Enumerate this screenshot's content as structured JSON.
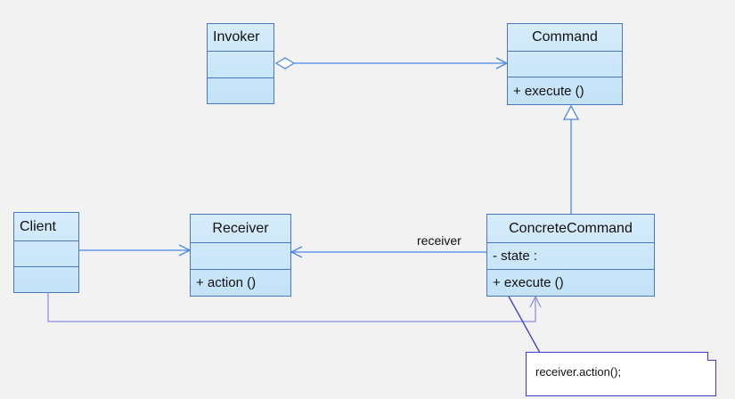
{
  "classes": {
    "invoker": {
      "name": "Invoker",
      "attributes": "",
      "operations": ""
    },
    "command": {
      "name": "Command",
      "attributes": "",
      "operations": "+ execute ()"
    },
    "client": {
      "name": "Client",
      "attributes": "",
      "operations": ""
    },
    "receiver": {
      "name": "Receiver",
      "attributes": "",
      "operations": "+ action ()"
    },
    "concrete_command": {
      "name": "ConcreteCommand",
      "attributes": "- state :",
      "operations": "+ execute ()"
    }
  },
  "associations": {
    "concrete_to_receiver_role": "receiver"
  },
  "note": {
    "text": "receiver.action();"
  },
  "colors": {
    "background": "#f2f2f2",
    "class_border": "#4a78c0",
    "class_fill": "#c9e5f9",
    "line": "#4a86e8",
    "dependency": "#8a8ae0",
    "note_border": "#3b3bcf"
  }
}
